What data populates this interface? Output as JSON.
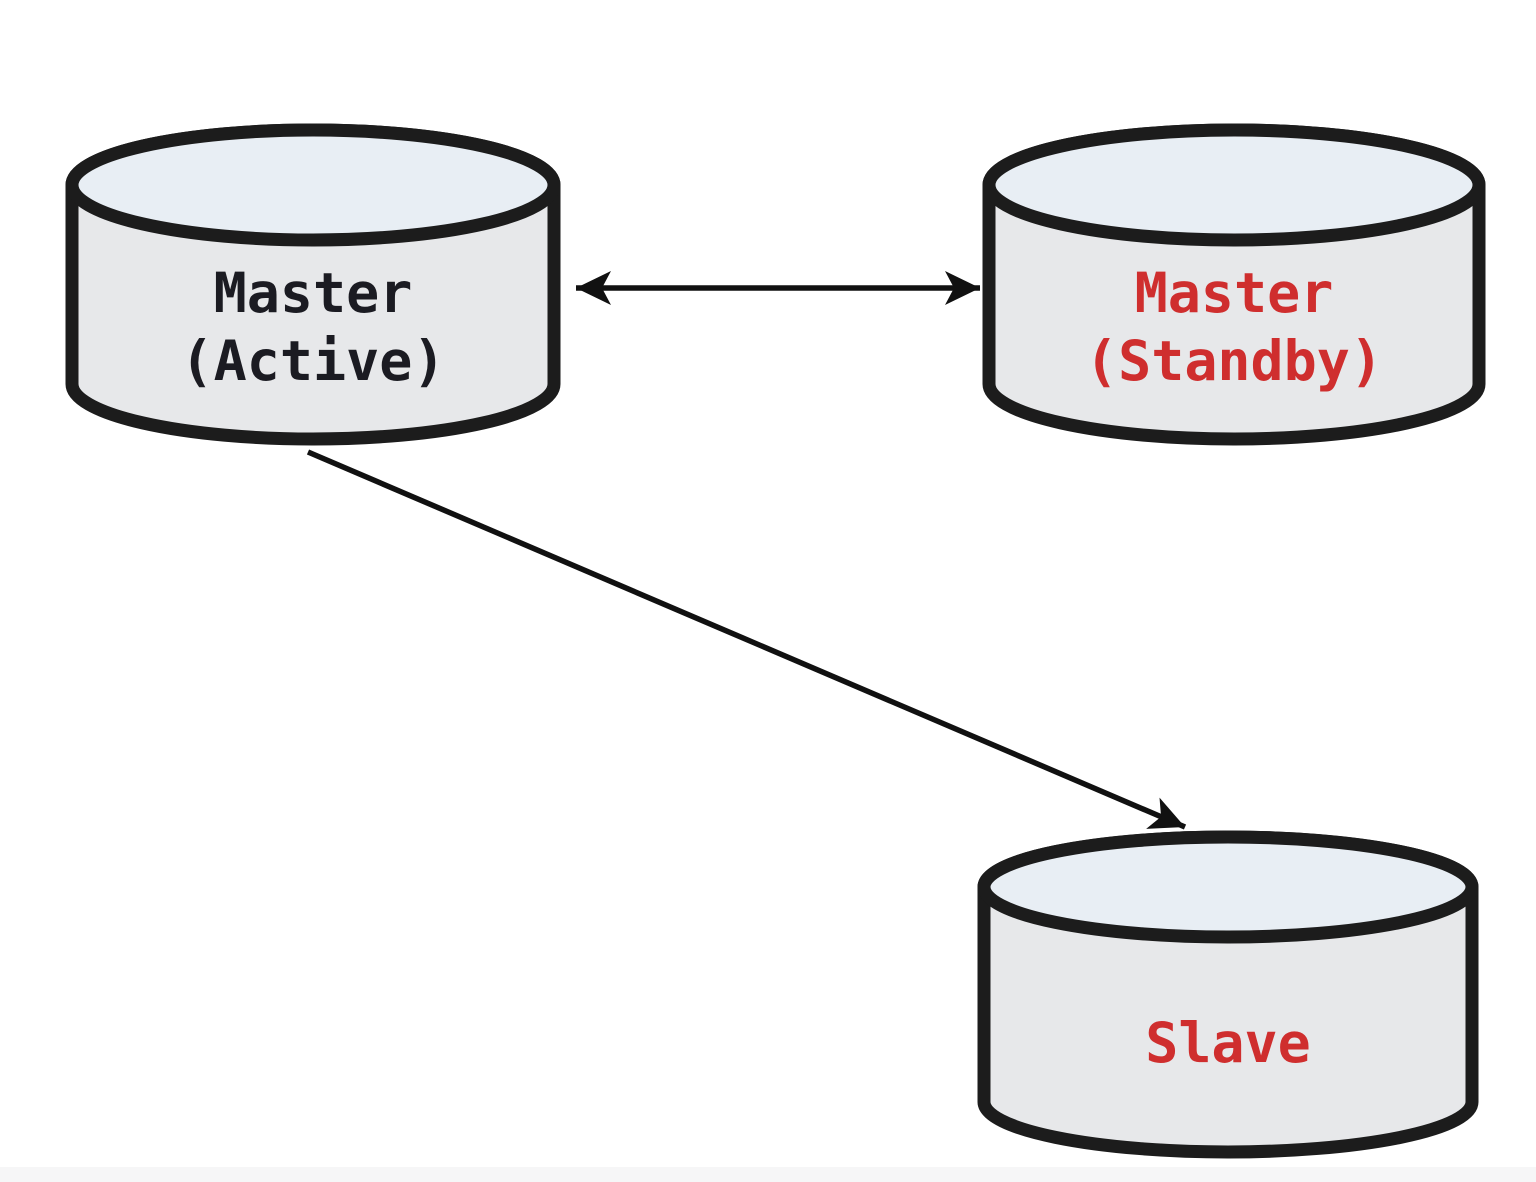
{
  "diagram": {
    "type": "database-replication-topology",
    "nodes": [
      {
        "id": "master-active",
        "shape": "database-cylinder",
        "label_line1": "Master",
        "label_line2": "(Active)",
        "text_color": "#1b1b22"
      },
      {
        "id": "master-standby",
        "shape": "database-cylinder",
        "label_line1": "Master",
        "label_line2": "(Standby)",
        "text_color": "#cf2e2e"
      },
      {
        "id": "slave",
        "shape": "database-cylinder",
        "label_line1": "Slave",
        "label_line2": "",
        "text_color": "#cf2e2e"
      }
    ],
    "edges": [
      {
        "from": "master-active",
        "to": "master-standby",
        "direction": "bidirectional"
      },
      {
        "from": "master-active",
        "to": "slave",
        "direction": "one-way"
      }
    ],
    "colors": {
      "outline": "#1c1c1c",
      "cylinder_body": "#e7e8ea",
      "cylinder_top": "#e8eef4",
      "arrow": "#111111",
      "dark_text": "#1b1b22",
      "red_text": "#cf2e2e",
      "background": "#ffffff",
      "footer_strip": "#f6f6f7"
    }
  }
}
